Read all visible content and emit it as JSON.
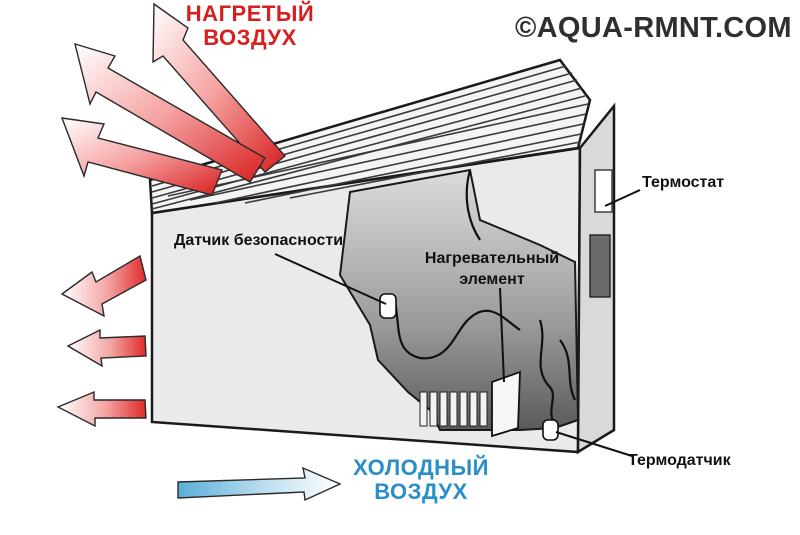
{
  "watermark": "©AQUA-RMNT.COM",
  "hot_air": {
    "line1": "НАГРЕТЫЙ",
    "line2": "ВОЗДУХ"
  },
  "cold_air": {
    "line1": "ХОЛОДНЫЙ",
    "line2": "ВОЗДУХ"
  },
  "labels": {
    "thermostat": "Термостат",
    "safety_sensor": "Датчик безопасности",
    "heating_element_line1": "Нагревательный",
    "heating_element_line2": "элемент",
    "thermo_sensor": "Термодатчик"
  },
  "colors": {
    "hot": "#d81f1f",
    "cold": "#2a8fc8",
    "outline": "#1a1a1a"
  }
}
